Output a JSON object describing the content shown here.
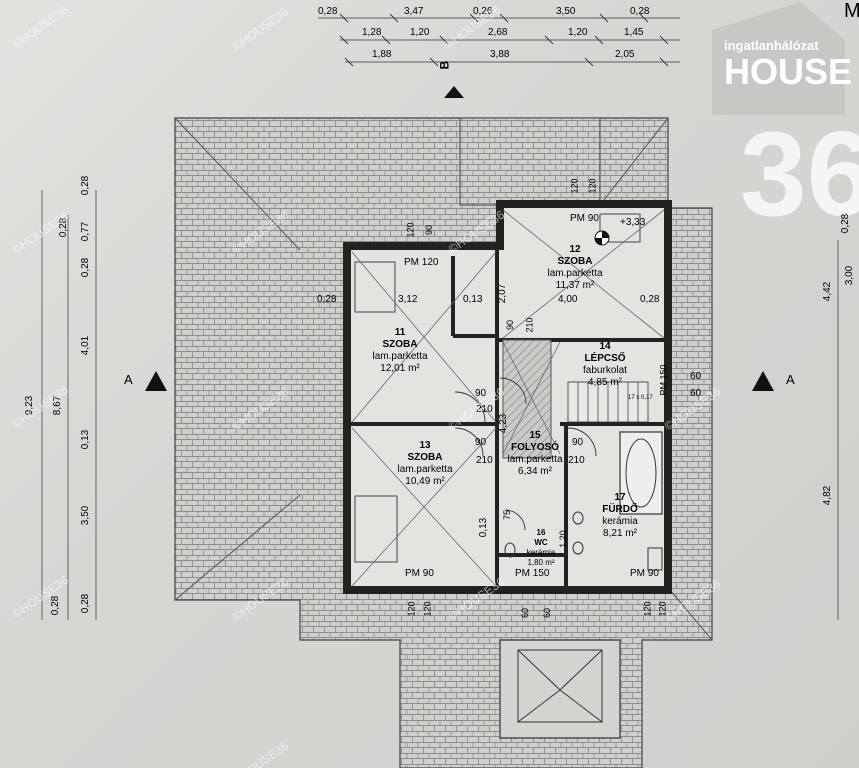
{
  "top_dims": {
    "row1": [
      "0,28",
      "3,47",
      "0,26",
      "3,50",
      "0,28"
    ],
    "row2": [
      "1,28",
      "1,20",
      "2,68",
      "1,20",
      "1,45"
    ],
    "row3": [
      "1,88",
      "3,88",
      "2,05"
    ]
  },
  "section_labels": {
    "b": "B",
    "a_left": "A",
    "a_right": "A",
    "m": "M"
  },
  "left_dims": {
    "outer": "9,23",
    "middle": "8,67",
    "inner": [
      "0,28",
      "0,77",
      "0,28",
      "4,01",
      "0,13",
      "3,50",
      "0,28"
    ],
    "inner_top": "0,28",
    "bottom": [
      "0,28",
      "0,28"
    ]
  },
  "right_dims": {
    "a": "0,28",
    "b": "4,42",
    "c": "3,00",
    "d": "4,82"
  },
  "rooms": [
    {
      "num": "11",
      "name": "SZOBA",
      "floor": "lam.parketta",
      "area": "12,01 m²"
    },
    {
      "num": "12",
      "name": "SZOBA",
      "floor": "lam.parketta",
      "area": "11,37 m²"
    },
    {
      "num": "13",
      "name": "SZOBA",
      "floor": "lam.parketta",
      "area": "10,49 m²"
    },
    {
      "num": "14",
      "name": "LÉPCSŐ",
      "floor": "faburkolat",
      "area": "4,85 m²"
    },
    {
      "num": "15",
      "name": "FOLYOSÓ",
      "floor": "lam.parketta",
      "area": "6,34 m²"
    },
    {
      "num": "16",
      "name": "WC",
      "floor": "kerámia",
      "area": "1,80 m²"
    },
    {
      "num": "17",
      "name": "FÜRDŐ",
      "floor": "kerámia",
      "area": "8,21 m²"
    }
  ],
  "internal_dims": {
    "r11_width": "3,12",
    "r11_small": "0,13",
    "r11_left": "0,28",
    "r12_width": "4,00",
    "r12_right": "0,28",
    "v207": "2,07",
    "v423": "4,23",
    "v013": "0,13",
    "level": "+3,33",
    "stairs": "17 x 0,17",
    "v120": "1,20"
  },
  "openings": {
    "pm90_top": "PM 90",
    "pm120": "PM 120",
    "pm90_13": "PM 90",
    "pm150_wc": "PM 150",
    "pm90_17": "PM 90",
    "pm150_stair": "PM 150",
    "n120": "120",
    "n90": "90",
    "n210": "210",
    "n60": "60",
    "n75": "75"
  },
  "logo": {
    "top": "ingatlanhálózat",
    "word": "HOUSE",
    "num": "36"
  },
  "watermark": "©HOUSE36"
}
